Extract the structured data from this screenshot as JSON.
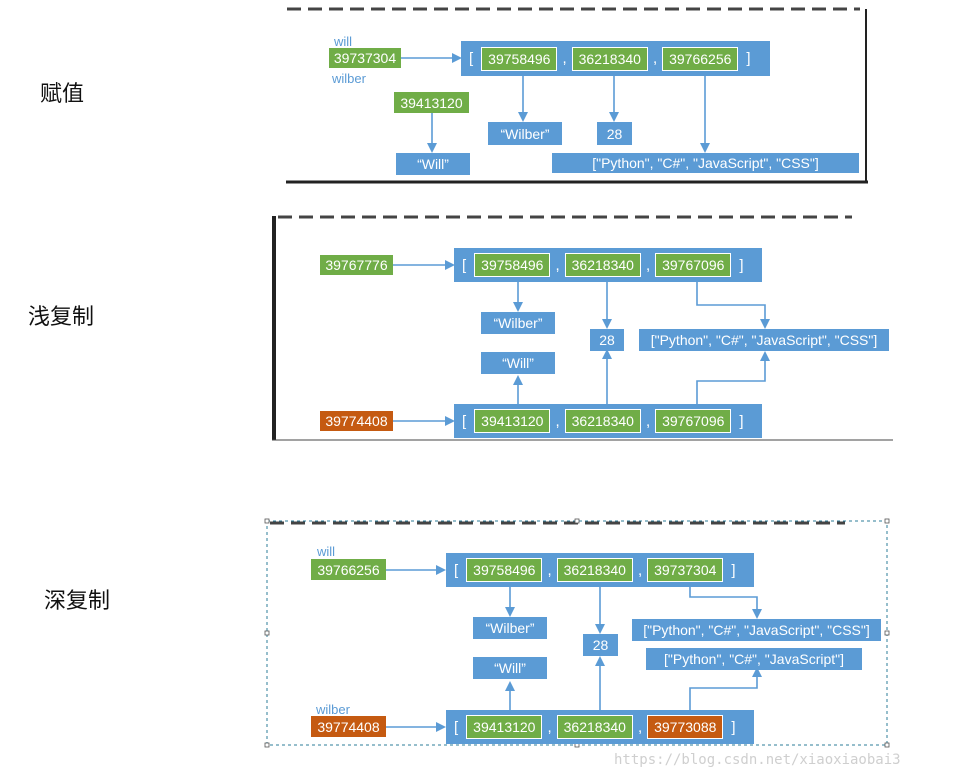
{
  "labels": {
    "assign": "赋值",
    "shallow": "浅复制",
    "deep": "深复制"
  },
  "assign": {
    "var_will": "will",
    "var_wilber": "wilber",
    "list_addr": "39737304",
    "elem_addrs": [
      "39758496",
      "36218340",
      "39766256"
    ],
    "str_addr": "39413120",
    "str_will": "“Will”",
    "str_wilber": "“Wilber”",
    "num": "28",
    "langs": "[\"Python\", \"C#\", \"JavaScript\", \"CSS\"]"
  },
  "shallow": {
    "list_addr_top": "39767776",
    "elem_addrs_top": [
      "39758496",
      "36218340",
      "39767096"
    ],
    "str_wilber": "“Wilber”",
    "str_will": "“Will”",
    "num": "28",
    "langs": "[\"Python\", \"C#\", \"JavaScript\", \"CSS\"]",
    "list_addr_bottom": "39774408",
    "elem_addrs_bottom": [
      "39413120",
      "36218340",
      "39767096"
    ]
  },
  "deep": {
    "var_will": "will",
    "var_wilber": "wilber",
    "list_addr_top": "39766256",
    "elem_addrs_top": [
      "39758496",
      "36218340",
      "39737304"
    ],
    "str_wilber": "“Wilber”",
    "str_will": "“Will”",
    "num": "28",
    "langs_css": "[\"Python\", \"C#\", \"JavaScript\", \"CSS\"]",
    "langs": "[\"Python\", \"C#\", \"JavaScript\"]",
    "list_addr_bottom": "39774408",
    "elem_addrs_bottom": [
      "39413120",
      "36218340",
      "39773088"
    ]
  },
  "list_punct": {
    "open": "[",
    "close": "]",
    "sep": ","
  },
  "watermark": "https://blog.csdn.net/xiaoxiaobai3",
  "colors": {
    "blue": "#5b9bd5",
    "green": "#70ad47",
    "orange": "#c55a11",
    "arrow": "#5b9bd5"
  }
}
